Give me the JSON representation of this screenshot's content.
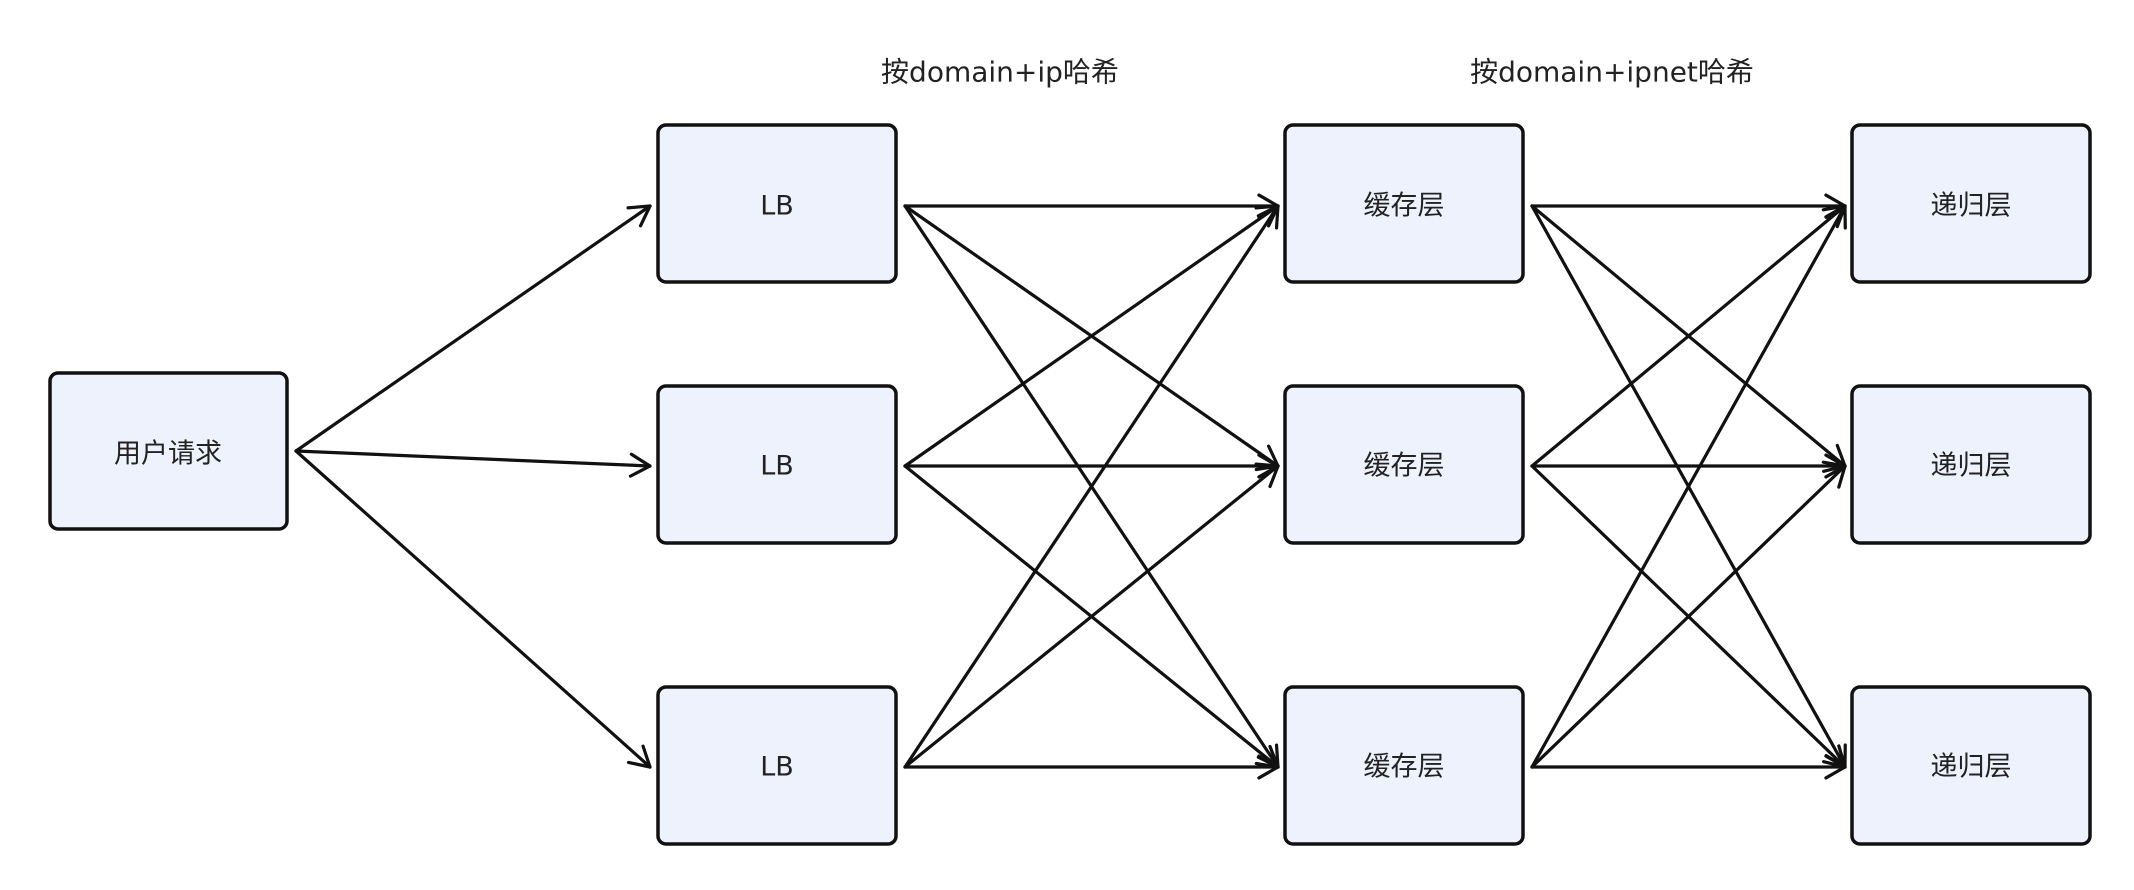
{
  "captions": {
    "hash_lb_to_cache": "按domain+ip哈希",
    "hash_cache_to_recursive": "按domain+ipnet哈希"
  },
  "nodes": {
    "user": "用户请求",
    "lb": [
      "LB",
      "LB",
      "LB"
    ],
    "cache": [
      "缓存层",
      "缓存层",
      "缓存层"
    ],
    "recursive": [
      "递归层",
      "递归层",
      "递归层"
    ]
  },
  "colors": {
    "node_fill": "#eef2fc",
    "stroke": "#111111"
  }
}
